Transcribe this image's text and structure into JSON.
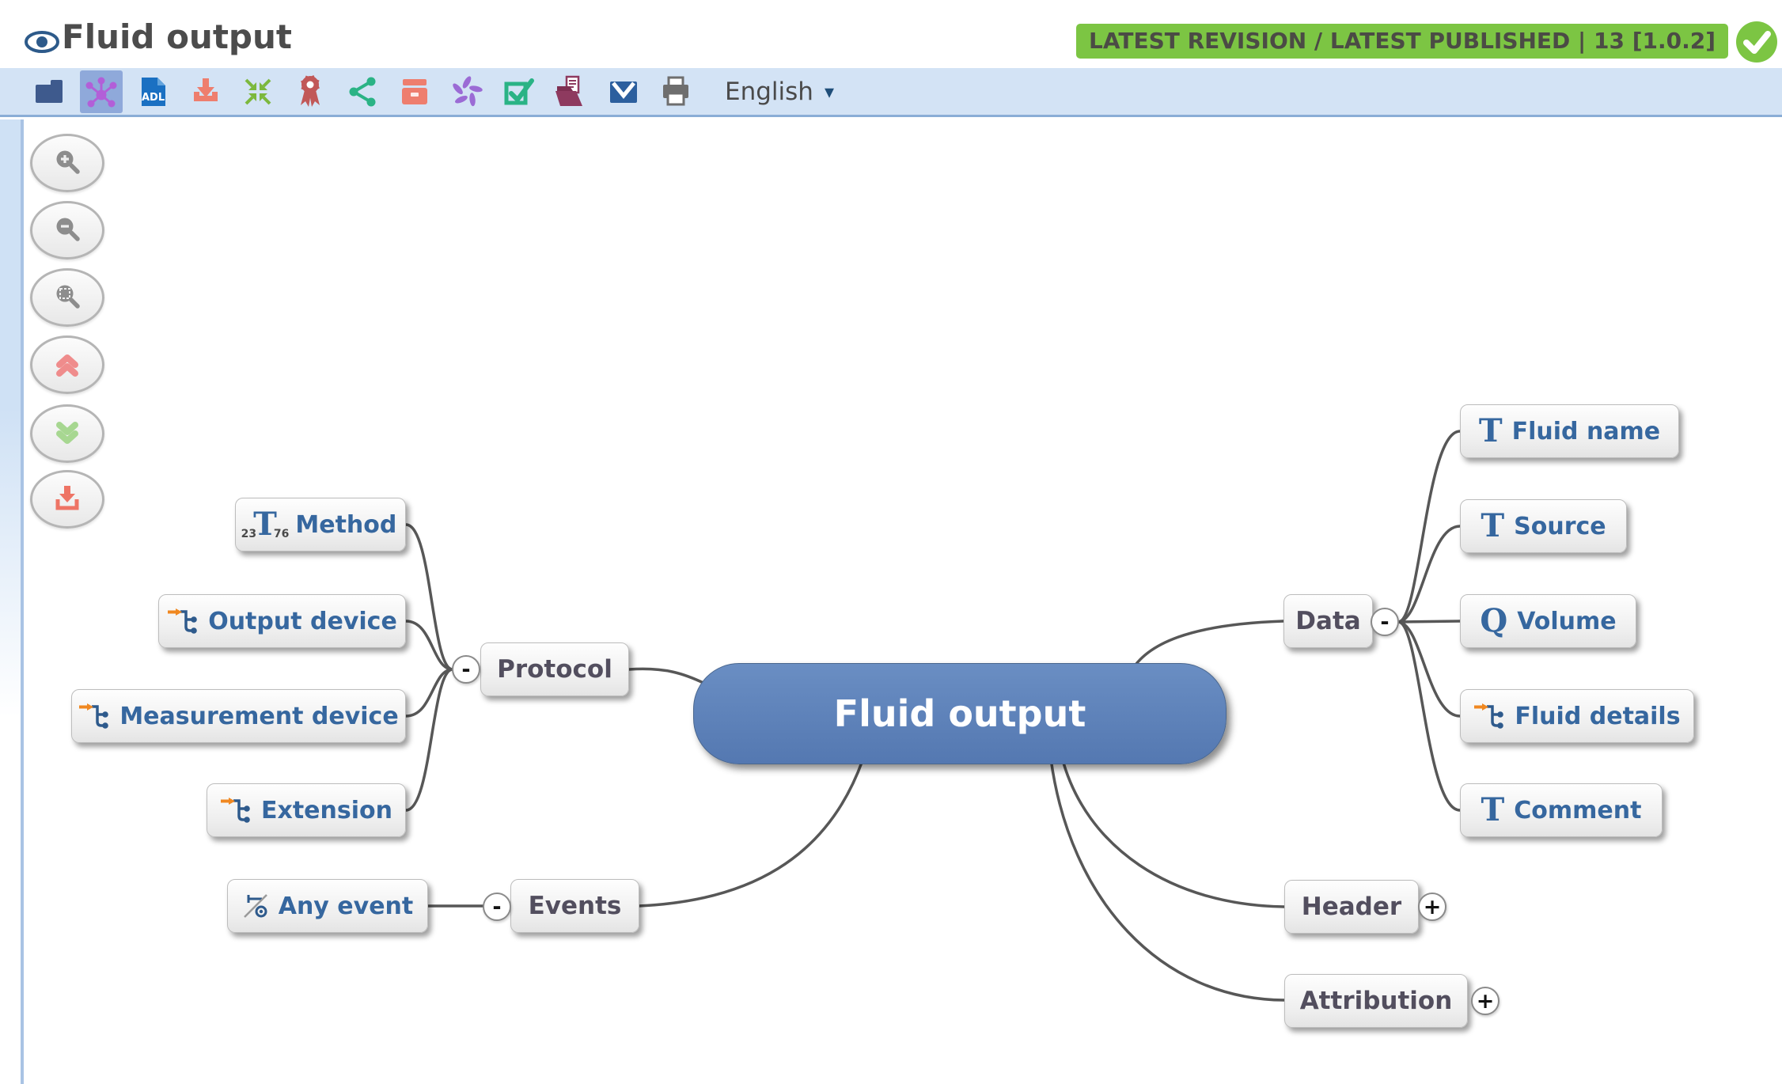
{
  "header": {
    "title": "Fluid output",
    "revision_badge": "LATEST REVISION / LATEST PUBLISHED | 13 [1.0.2]"
  },
  "toolbar": {
    "selected_tool": "mindmap",
    "tools": [
      "folder",
      "mindmap",
      "adl-document",
      "download",
      "collapse-all",
      "award-ribbon",
      "share",
      "archive",
      "refresh-spiral",
      "validate-checkbox",
      "publish-folder",
      "mail",
      "print"
    ],
    "language": {
      "value": "English"
    }
  },
  "zoom_panel": {
    "buttons": [
      "zoom-in",
      "zoom-out",
      "zoom-fit",
      "collapse-branches",
      "expand-branches",
      "download-image"
    ]
  },
  "mindmap": {
    "root": {
      "label": "Fluid output"
    },
    "branches": {
      "protocol": {
        "label": "Protocol",
        "toggle": "-"
      },
      "events": {
        "label": "Events",
        "toggle": "-"
      },
      "data": {
        "label": "Data",
        "toggle": "-"
      },
      "header": {
        "label": "Header",
        "toggle": "+"
      },
      "attribution": {
        "label": "Attribution",
        "toggle": "+"
      }
    },
    "leaves": {
      "method": {
        "label": "Method",
        "icon": "text",
        "icon_numbers": [
          "23",
          "76"
        ]
      },
      "output_device": {
        "label": "Output device",
        "icon": "slot"
      },
      "measurement_device": {
        "label": "Measurement device",
        "icon": "slot"
      },
      "extension": {
        "label": "Extension",
        "icon": "slot"
      },
      "any_event": {
        "label": "Any event",
        "icon": "event"
      },
      "fluid_name": {
        "label": "Fluid name",
        "icon": "text"
      },
      "source": {
        "label": "Source",
        "icon": "text"
      },
      "volume": {
        "label": "Volume",
        "icon": "quantity"
      },
      "fluid_details": {
        "label": "Fluid details",
        "icon": "slot"
      },
      "comment": {
        "label": "Comment",
        "icon": "text"
      }
    },
    "icon_glyphs": {
      "text": "T",
      "quantity": "Q"
    }
  },
  "colors": {
    "badge_green": "#7cc543",
    "toolbar_blue": "#d3e3f5",
    "selected_tool_blue": "#8fa9da",
    "central_node_blue": "#5b81ba",
    "leaf_label_blue": "#36679f",
    "branch_label_gray": "#524e5e",
    "connector_gray": "#575757",
    "slot_arrow_orange": "#f08821"
  }
}
